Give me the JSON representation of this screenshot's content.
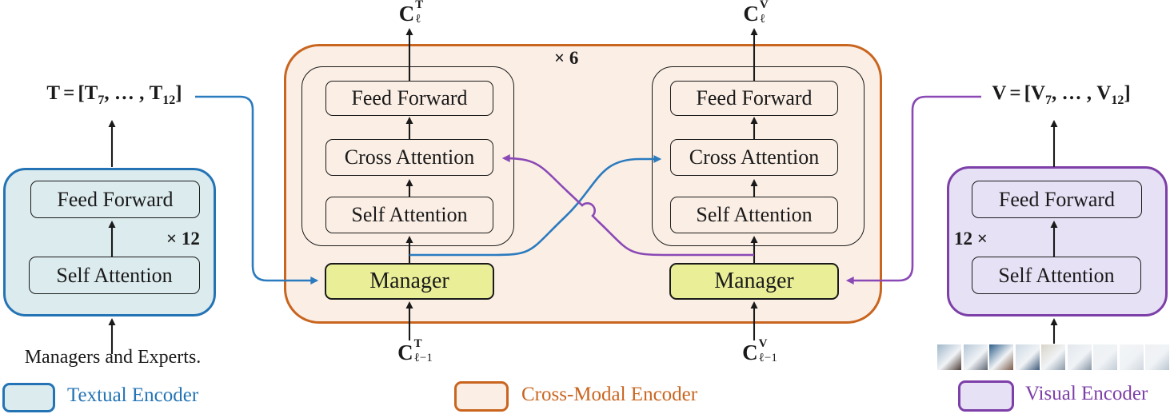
{
  "colors": {
    "blue": "#2474b5",
    "blue_fill": "#dcebee",
    "orange": "#c9651f",
    "orange_fill": "#fbeee5",
    "purple": "#7d3fa8",
    "purple_fill": "#e7e1f6",
    "manager_fill": "#e9ee97",
    "line_blue": "#2b7bbf",
    "line_purple": "#8a49b5"
  },
  "top_labels": {
    "c_t": {
      "base": "C",
      "sup": "T",
      "sub": "ℓ"
    },
    "c_v": {
      "base": "C",
      "sup": "V",
      "sub": "ℓ"
    }
  },
  "bottom_labels": {
    "c_t_prev": {
      "base": "C",
      "sup": "T",
      "sub": "ℓ−1"
    },
    "c_v_prev": {
      "base": "C",
      "sup": "V",
      "sub": "ℓ−1"
    }
  },
  "t_sequence": {
    "var": "T",
    "eq": "=",
    "open": "[",
    "e1": "T",
    "s1": "7",
    "dots": ", … ,",
    "e2": "T",
    "s2": "12",
    "close": "]"
  },
  "v_sequence": {
    "var": "V",
    "eq": "=",
    "open": "[",
    "e1": "V",
    "s1": "7",
    "dots": ", … ,",
    "e2": "V",
    "s2": "12",
    "close": "]"
  },
  "textual_encoder": {
    "feed_forward": "Feed Forward",
    "self_attention": "Self Attention",
    "multiplier": "× 12",
    "input_text": "Managers and Experts."
  },
  "cross_modal_encoder": {
    "multiplier": "× 6",
    "text_stream": {
      "feed_forward": "Feed Forward",
      "cross_attention": "Cross Attention",
      "self_attention": "Self Attention",
      "manager": "Manager"
    },
    "visual_stream": {
      "feed_forward": "Feed Forward",
      "cross_attention": "Cross Attention",
      "self_attention": "Self Attention",
      "manager": "Manager"
    }
  },
  "visual_encoder": {
    "feed_forward": "Feed Forward",
    "self_attention": "Self Attention",
    "multiplier": "12 ×"
  },
  "legend": {
    "items": [
      {
        "id": "textual",
        "label": "Textual Encoder"
      },
      {
        "id": "crossmodal",
        "label": "Cross-Modal Encoder"
      },
      {
        "id": "visual",
        "label": "Visual Encoder"
      }
    ]
  },
  "photo_strip": {
    "count": 9,
    "thumbs": [
      {
        "a": "#9fb6c9",
        "b": "#4a3b34"
      },
      {
        "a": "#b4c6d6",
        "b": "#5d6673"
      },
      {
        "a": "#2e5f8a",
        "b": "#7a5b4a"
      },
      {
        "a": "#cdd9e4",
        "b": "#3f597a"
      },
      {
        "a": "#d9d4c8",
        "b": "#8a99a8"
      },
      {
        "a": "#e3e7ec",
        "b": "#8795a5"
      },
      {
        "a": "#eef1f4",
        "b": "#c3ccd6"
      },
      {
        "a": "#f2f4f6",
        "b": "#cfd6dd"
      },
      {
        "a": "#eff1f3",
        "b": "#bcc7d2"
      }
    ]
  }
}
